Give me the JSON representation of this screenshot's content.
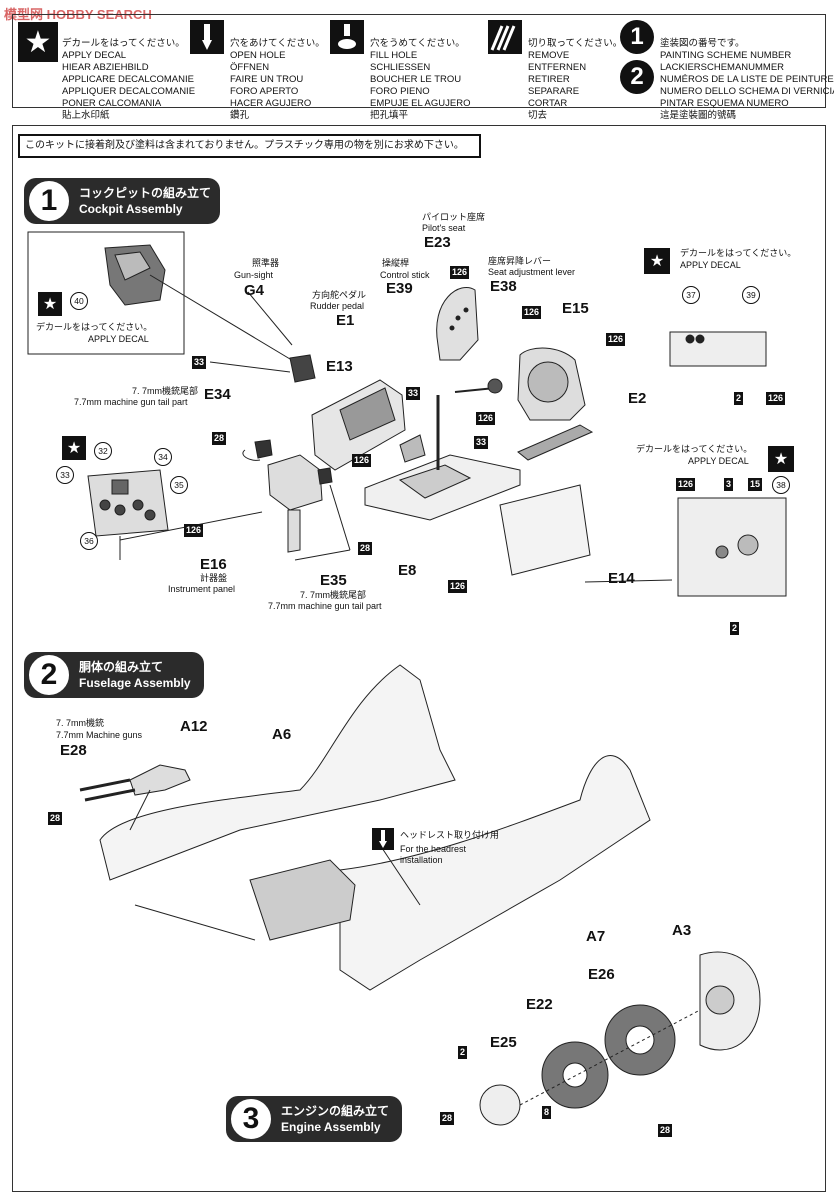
{
  "watermark": "模型网 HOBBY SEARCH",
  "legend": {
    "apply_decal": {
      "icon": "star-icon",
      "lines": [
        "デカールをはってください。",
        "APPLY DECAL",
        "HIEAR ABZIEHBILD",
        "APPLICARE DECALCOMANIE",
        "APPLIQUER DECALCOMANIE",
        "PONER CALCOMANIA",
        "貼上水印紙"
      ]
    },
    "open_hole": {
      "icon": "drill-icon",
      "lines": [
        "穴をあけてください。",
        "OPEN HOLE",
        "ÖFFNEN",
        "FAIRE UN TROU",
        "FORO APERTO",
        "HACER AGUJERO",
        "鑽孔"
      ]
    },
    "fill_hole": {
      "icon": "fill-hole-icon",
      "lines": [
        "穴をうめてください。",
        "FILL HOLE",
        "SCHLIESSEN",
        "BOUCHER LE TROU",
        "FORO PIENO",
        "EMPUJE EL AGUJERO",
        "把孔填平"
      ]
    },
    "remove": {
      "icon": "cut-icon",
      "lines": [
        "切り取ってください。",
        "REMOVE",
        "ENTFERNEN",
        "RETIRER",
        "SEPARARE",
        "CORTAR",
        "切去"
      ]
    },
    "painting_scheme": {
      "icons": [
        "1",
        "2"
      ],
      "lines": [
        "塗装図の番号です。",
        "PAINTING SCHEME NUMBER",
        "LACKIERSCHEMANUMMER",
        "NUMÉROS DE LA LISTE DE PEINTURES",
        "NUMERO DELLO SCHEMA DI VERNICIATURA",
        "PINTAR ESQUEMA NUMERO",
        "這是塗裝圖的號碼"
      ]
    }
  },
  "notice": "このキットに接着剤及び塗料は含まれておりません。プラスチック専用の物を別にお求め下さい。",
  "steps": {
    "s1": {
      "num": "1",
      "jp": "コックピットの組み立て",
      "en": "Cockpit Assembly"
    },
    "s2": {
      "num": "2",
      "jp": "胴体の組み立て",
      "en": "Fuselage Assembly"
    },
    "s3": {
      "num": "3",
      "jp": "エンジンの組み立て",
      "en": "Engine Assembly"
    }
  },
  "decal_note": {
    "jp": "デカールをはってください。",
    "en": "APPLY DECAL"
  },
  "cockpit_labels": {
    "gunsight_jp": "照準器",
    "gunsight_en": "Gun-sight",
    "g4": "G4",
    "rudder_jp": "方向舵ペダル",
    "rudder_en": "Rudder pedal",
    "e1": "E1",
    "stick_jp": "操縦桿",
    "stick_en": "Control stick",
    "e39": "E39",
    "seat_jp": "パイロット座席",
    "seat_en": "Pilot's seat",
    "e23": "E23",
    "lever_jp": "座席昇降レバー",
    "lever_en": "Seat adjustment lever",
    "e38": "E38",
    "e15": "E15",
    "e13": "E13",
    "e2": "E2",
    "tail_jp": "7. 7mm機銃尾部",
    "tail_en": "7.7mm machine gun tail part",
    "e34": "E34",
    "e35": "E35",
    "e16": "E16",
    "panel_jp": "計器盤",
    "panel_en": "Instrument panel",
    "e8": "E8",
    "e14": "E14"
  },
  "fuselage_labels": {
    "guns_jp": "7. 7mm機銃",
    "guns_en": "7.7mm Machine guns",
    "e28": "E28",
    "a12": "A12",
    "a6": "A6",
    "a7": "A7",
    "headrest_jp": "ヘッドレスト取り付け用",
    "headrest_en1": "For the headrest",
    "headrest_en2": "installation"
  },
  "engine_labels": {
    "a3": "A3",
    "e26": "E26",
    "e22": "E22",
    "e25": "E25"
  },
  "color_codes": {
    "c126": "126",
    "c33": "33",
    "c28": "28",
    "c2": "2",
    "c3": "3",
    "c15": "15",
    "c8": "8"
  },
  "decal_numbers": {
    "d40": "40",
    "d37": "37",
    "d39": "39",
    "d32": "32",
    "d34": "34",
    "d33": "33",
    "d35": "35",
    "d36": "36",
    "d38": "38"
  }
}
